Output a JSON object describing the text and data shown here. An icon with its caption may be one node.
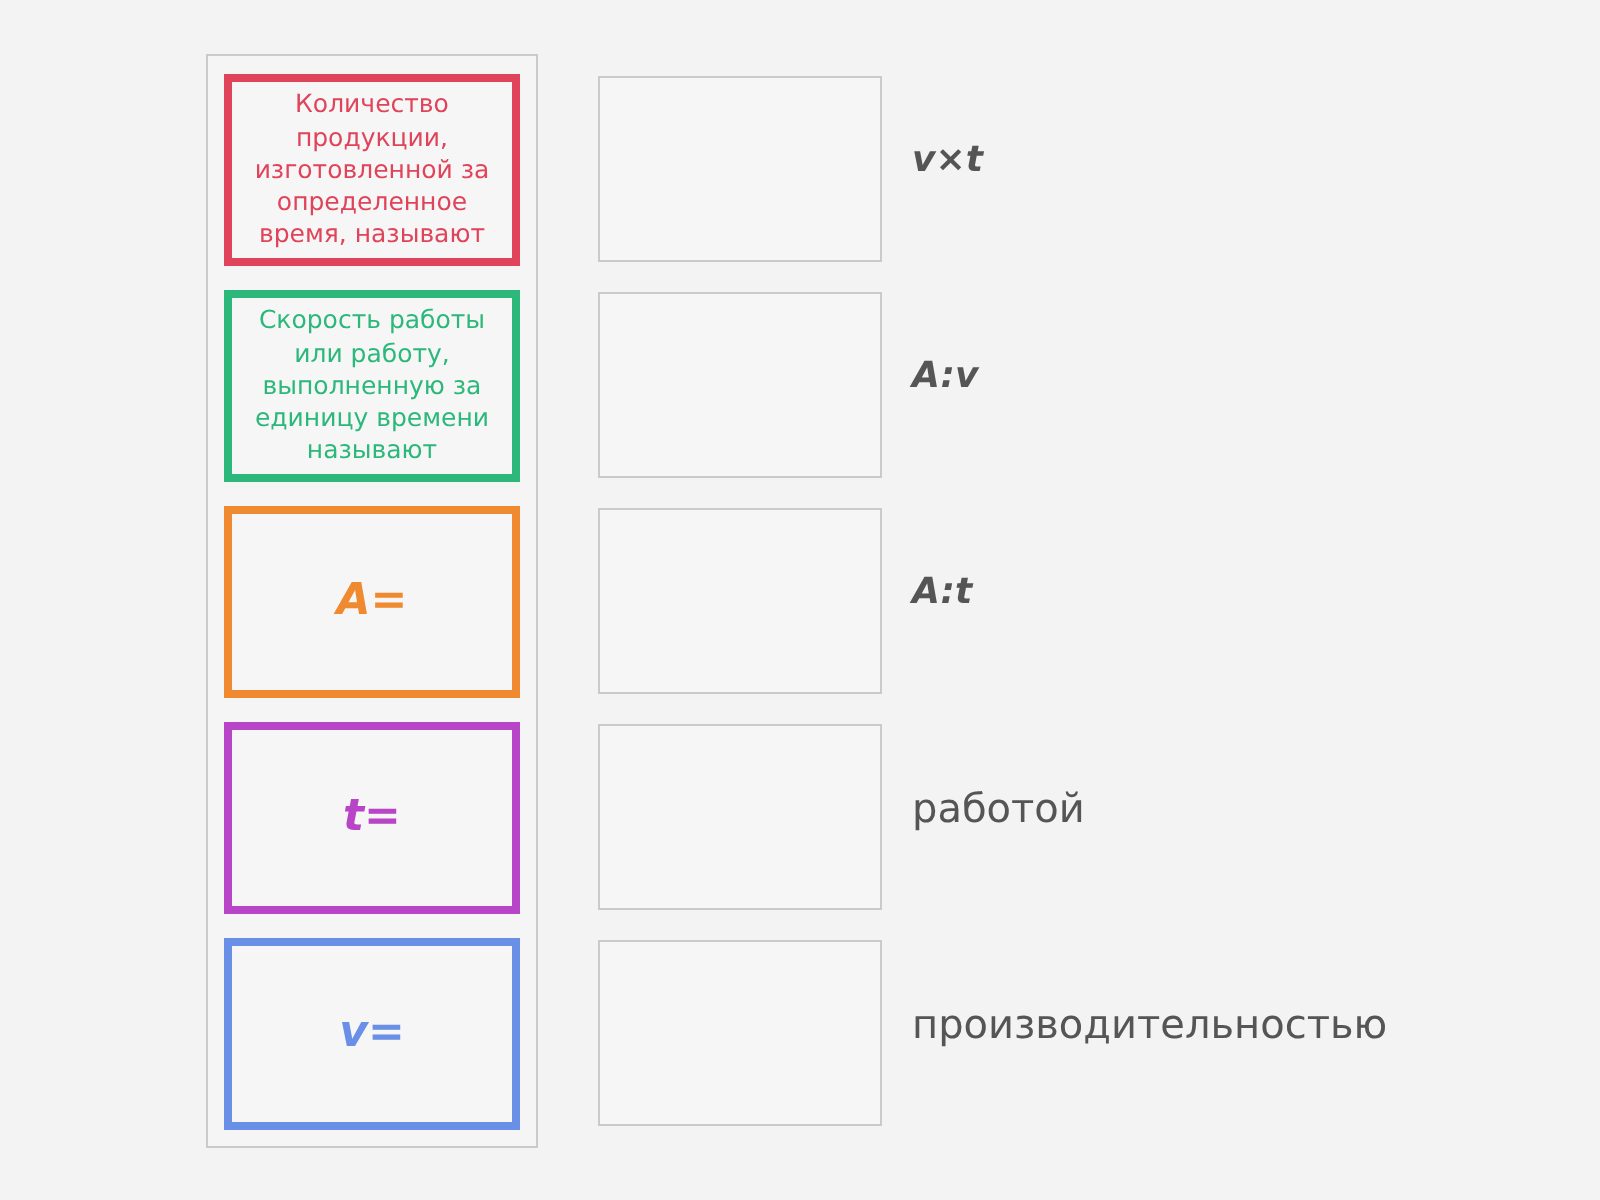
{
  "diagram": {
    "nodes": [
      {
        "text": [],
        "shape": "box"
      },
      {
        "text": [
          "Количество продукции, изготовленной за определенное время, называют"
        ],
        "in": 0
      },
      {
        "text": [
          "Скорость работы или работу, выполненную за единицу времени называют"
        ],
        "in": 0
      },
      {
        "text": [
          "A="
        ],
        "in": 0
      },
      {
        "text": [
          "t="
        ],
        "in": 0
      },
      {
        "text": [
          "v="
        ],
        "in": 0
      },
      {
        "text": [],
        "shape": "box"
      },
      {
        "text": [],
        "shape": "box"
      },
      {
        "text": [],
        "shape": "box"
      },
      {
        "text": [],
        "shape": "box"
      },
      {
        "text": [],
        "shape": "box"
      }
    ],
    "labels": [
      "v×t",
      "A:v",
      "A:t",
      "работой",
      "производительностью"
    ]
  }
}
